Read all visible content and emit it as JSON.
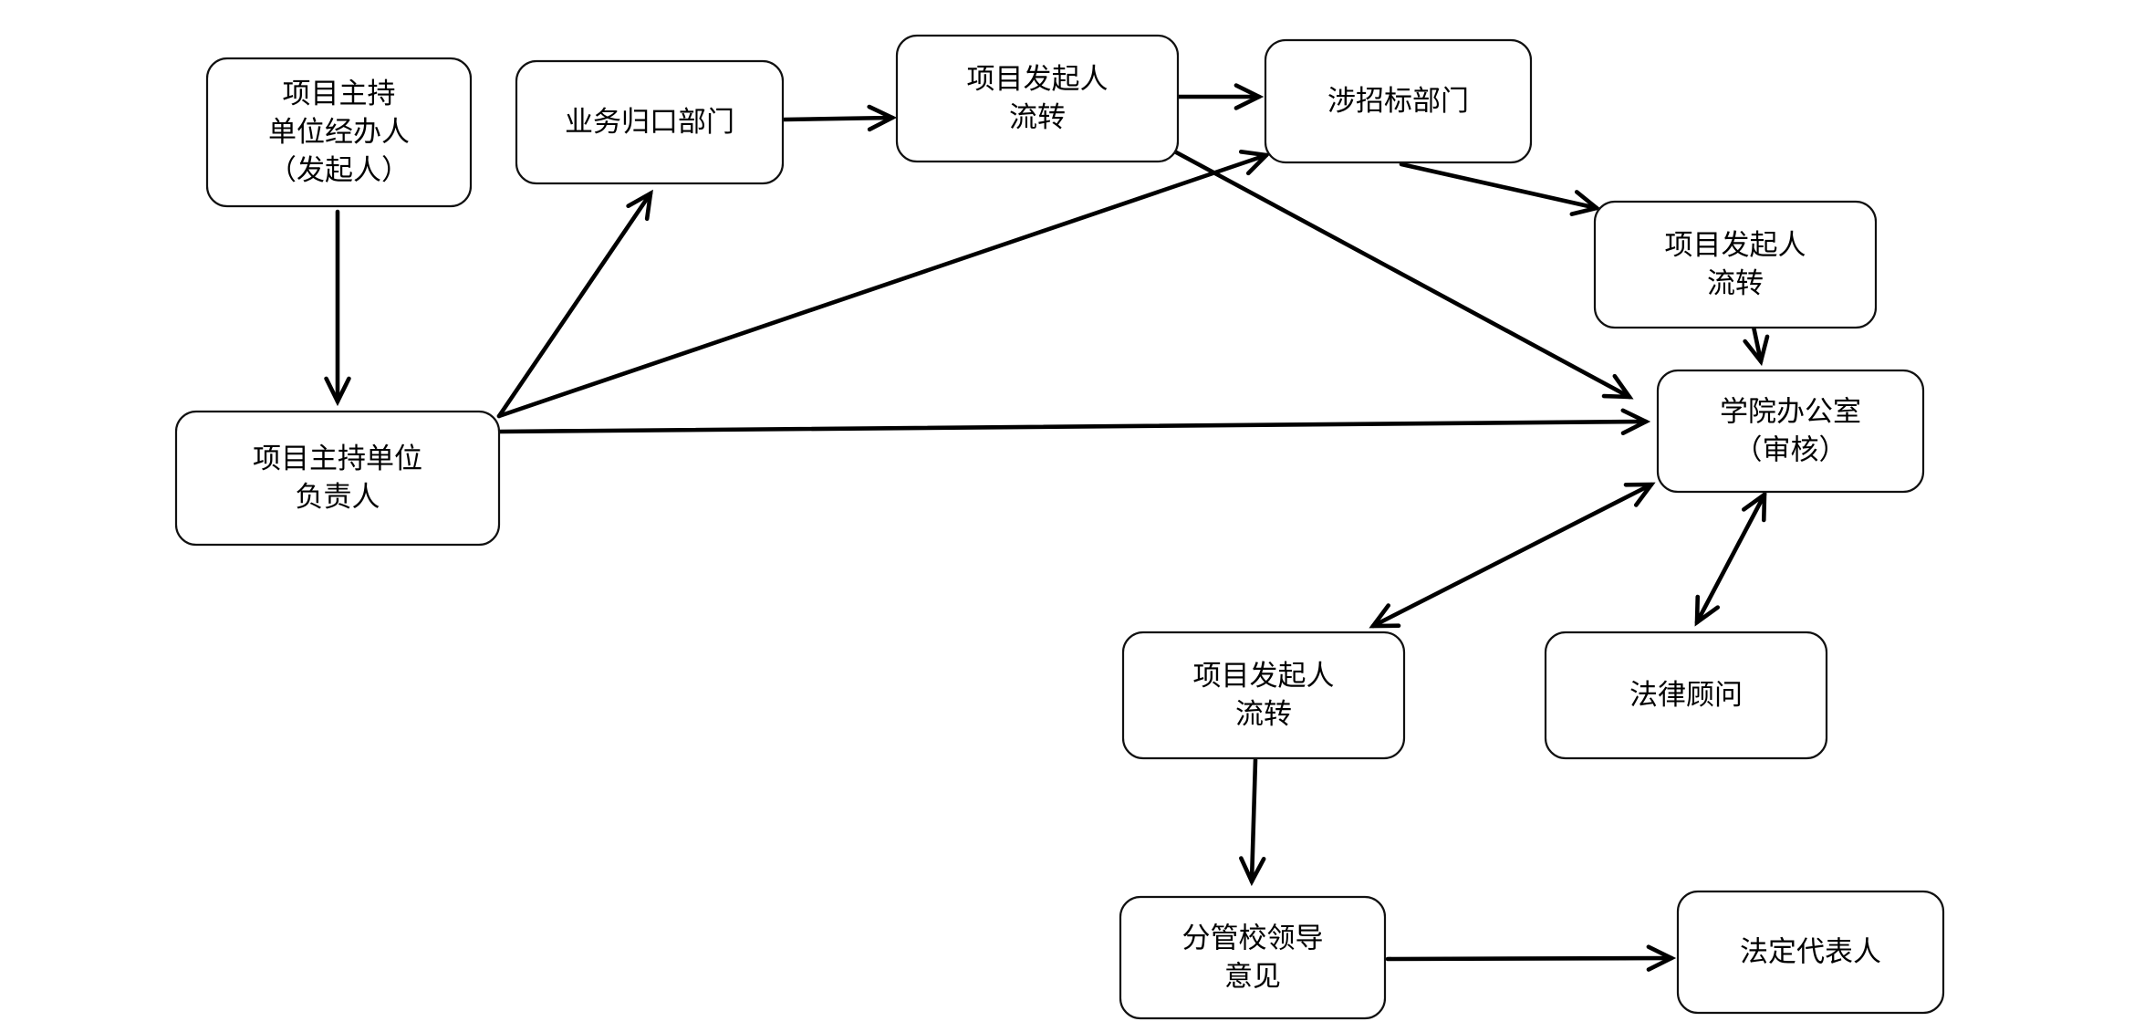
{
  "diagram": {
    "type": "flowchart",
    "nodes": [
      {
        "id": "initiator",
        "lines": [
          "项目主持",
          "单位经办人",
          "（发起人）"
        ]
      },
      {
        "id": "dept-in-charge",
        "lines": [
          "业务归口部门"
        ]
      },
      {
        "id": "initiator-relay-1",
        "lines": [
          "项目发起人",
          "流转"
        ]
      },
      {
        "id": "bidding-dept",
        "lines": [
          "涉招标部门"
        ]
      },
      {
        "id": "initiator-relay-2",
        "lines": [
          "项目发起人",
          "流转"
        ]
      },
      {
        "id": "unit-head",
        "lines": [
          "项目主持单位",
          "负责人"
        ]
      },
      {
        "id": "college-office",
        "lines": [
          "学院办公室",
          "（审核）"
        ]
      },
      {
        "id": "initiator-relay-3",
        "lines": [
          "项目发起人",
          "流转"
        ]
      },
      {
        "id": "legal-counsel",
        "lines": [
          "法律顾问"
        ]
      },
      {
        "id": "vice-president",
        "lines": [
          "分管校领导",
          "意见"
        ]
      },
      {
        "id": "legal-rep",
        "lines": [
          "法定代表人"
        ]
      }
    ],
    "edges": [
      {
        "from": "initiator",
        "to": "unit-head",
        "direction": "forward"
      },
      {
        "from": "unit-head",
        "to": "dept-in-charge",
        "direction": "forward"
      },
      {
        "from": "dept-in-charge",
        "to": "initiator-relay-1",
        "direction": "forward"
      },
      {
        "from": "initiator-relay-1",
        "to": "bidding-dept",
        "direction": "forward"
      },
      {
        "from": "unit-head",
        "to": "bidding-dept",
        "direction": "forward"
      },
      {
        "from": "bidding-dept",
        "to": "initiator-relay-2",
        "direction": "forward"
      },
      {
        "from": "initiator-relay-2",
        "to": "college-office",
        "direction": "forward"
      },
      {
        "from": "initiator-relay-1",
        "to": "college-office",
        "direction": "forward"
      },
      {
        "from": "unit-head",
        "to": "college-office",
        "direction": "forward"
      },
      {
        "from": "college-office",
        "to": "initiator-relay-3",
        "direction": "both"
      },
      {
        "from": "college-office",
        "to": "legal-counsel",
        "direction": "both"
      },
      {
        "from": "initiator-relay-3",
        "to": "vice-president",
        "direction": "forward"
      },
      {
        "from": "vice-president",
        "to": "legal-rep",
        "direction": "forward"
      }
    ]
  }
}
